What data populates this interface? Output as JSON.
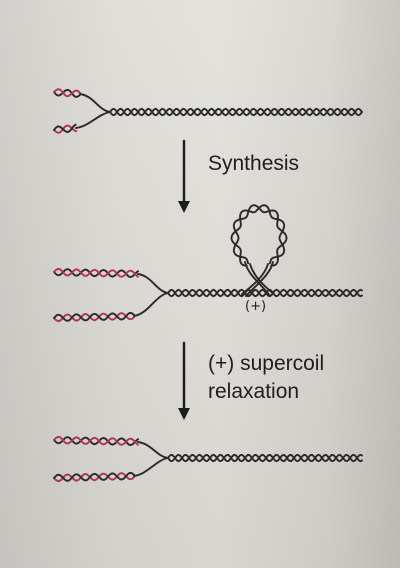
{
  "colors": {
    "strand_dark": "#2a2a2a",
    "strand_magenta": "#b3305a",
    "arrow": "#1c1c1c",
    "background": "#dedcd6"
  },
  "labels": {
    "synthesis": "Synthesis",
    "supercoil_relaxation_line1": "(+) supercoil",
    "supercoil_relaxation_line2": "relaxation",
    "positive_supercoil": "(+)"
  }
}
